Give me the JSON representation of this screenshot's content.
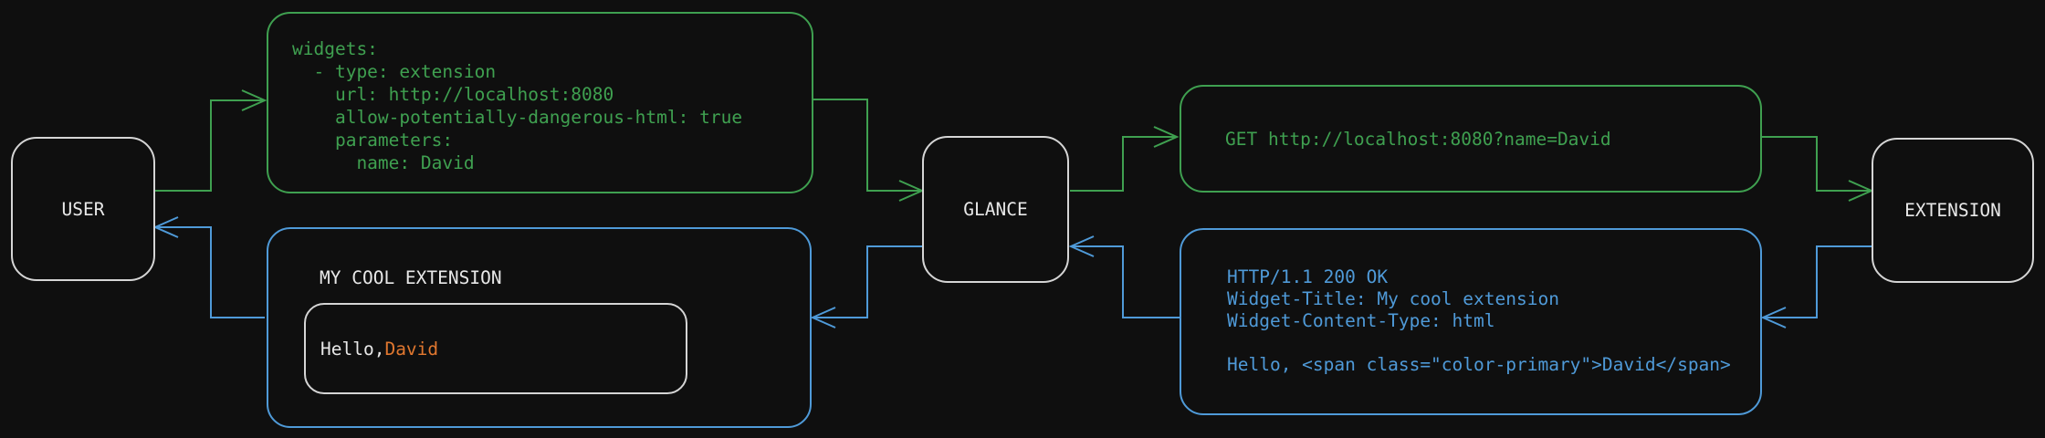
{
  "colors": {
    "background": "#0f0f0f",
    "green": "#3fa050",
    "blue": "#4f9ad8",
    "orange": "#e0772f",
    "node_border": "#d5d5d5",
    "text": "#e8e8e8"
  },
  "nodes": {
    "user": {
      "label": "USER"
    },
    "glance": {
      "label": "GLANCE"
    },
    "extension": {
      "label": "EXTENSION"
    }
  },
  "boxes": {
    "config_yaml": {
      "code": "widgets:\n  - type: extension\n    url: http://localhost:8080\n    allow-potentially-dangerous-html: true\n    parameters:\n      name: David"
    },
    "http_request": {
      "text": "GET http://localhost:8080?name=David"
    },
    "http_response": {
      "code": "HTTP/1.1 200 OK\nWidget-Title: My cool extension\nWidget-Content-Type: html\n\nHello, <span class=\"color-primary\">David</span>"
    },
    "widget_preview": {
      "title": "MY COOL EXTENSION",
      "greeting_prefix": "Hello, ",
      "greeting_name": "David"
    }
  }
}
